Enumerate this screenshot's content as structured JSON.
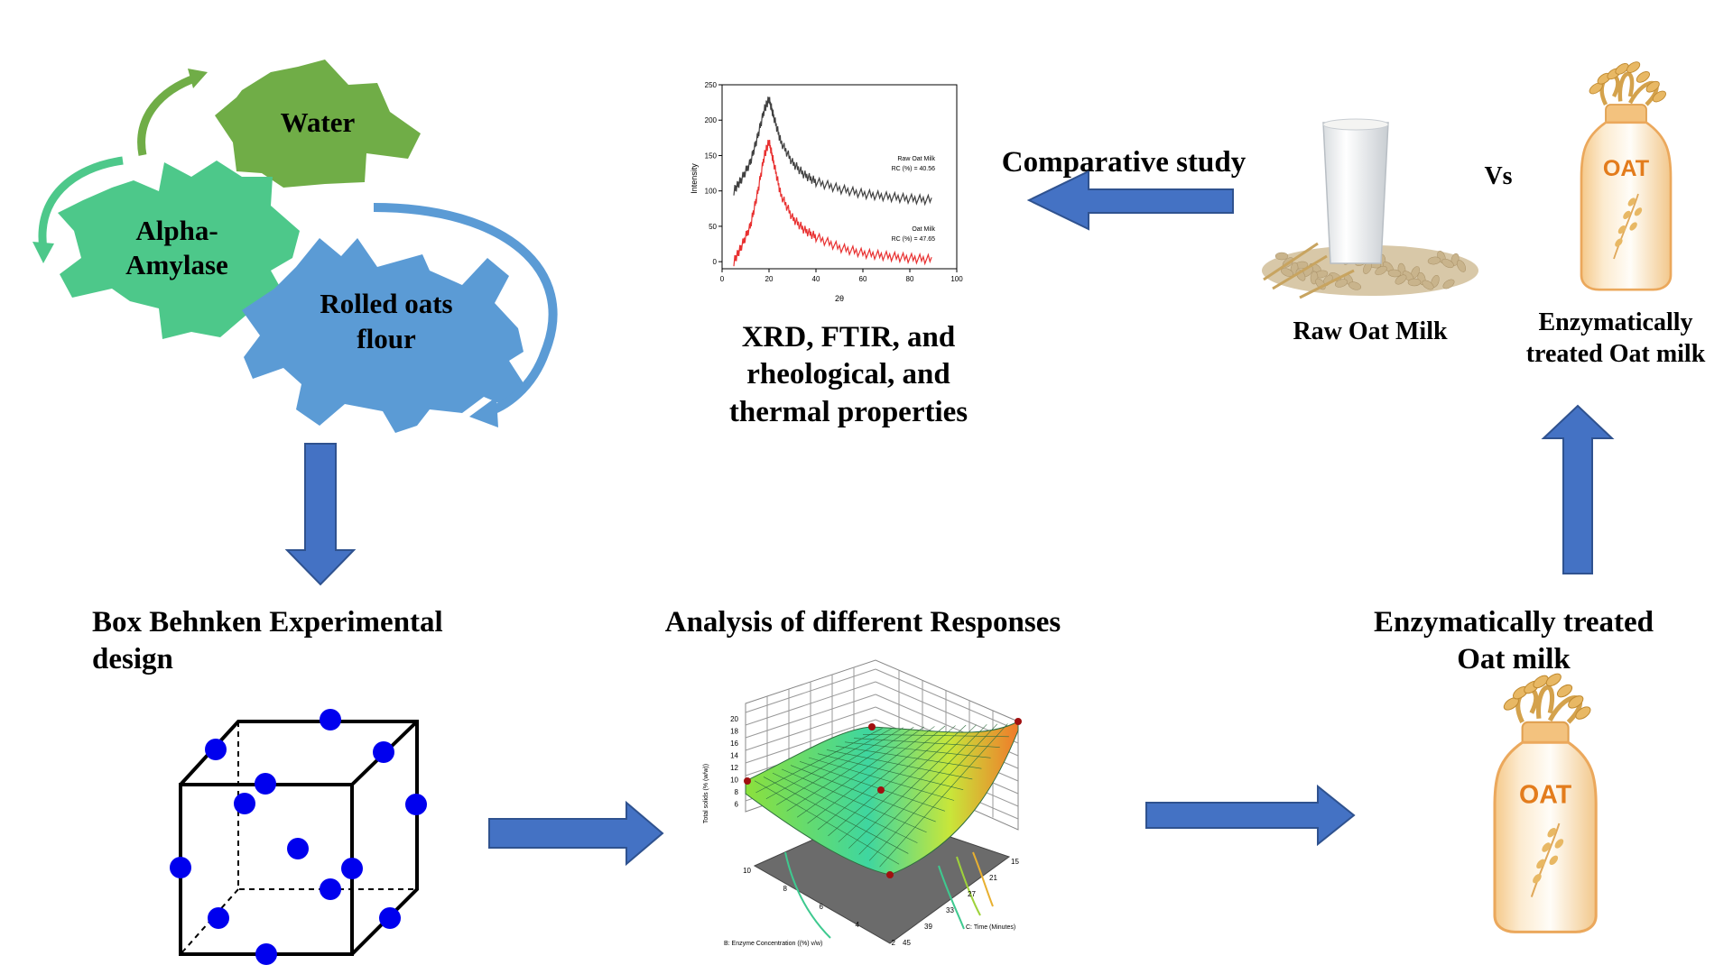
{
  "gears": {
    "water": "Water",
    "amylase_line1": "Alpha-",
    "amylase_line2": "Amylase",
    "flour_line1": "Rolled oats",
    "flour_line2": "flour"
  },
  "labels": {
    "box_behnken_line1": "Box Behnken Experimental",
    "box_behnken_line2": "design",
    "analysis": "Analysis of different Responses",
    "treated_line1": "Enzymatically treated",
    "treated_line2": "Oat milk",
    "comparative": "Comparative study",
    "props_line1": "XRD, FTIR, and",
    "props_line2": "rheological, and",
    "props_line3": "thermal properties",
    "vs": "Vs",
    "raw_oat_milk": "Raw Oat Milk",
    "enz_line1": "Enzymatically",
    "enz_line2": "treated Oat milk",
    "oat_logo": "OAT"
  },
  "colors": {
    "arrow_blue": "#4472C4",
    "gear_water": "#70AD47",
    "gear_amylase": "#4DC88A",
    "gear_flour": "#5B9BD5",
    "xrd_raw": "#404040",
    "xrd_treated": "#E83030"
  },
  "chart_data": [
    {
      "type": "line",
      "title": "",
      "xlabel": "2θ",
      "ylabel": "Intensity",
      "xlim": [
        0,
        100
      ],
      "ylim": [
        -10,
        250
      ],
      "x_ticks": [
        "0",
        "20",
        "40",
        "60",
        "80",
        "100"
      ],
      "y_ticks": [
        "0",
        "50",
        "100",
        "150",
        "200",
        "250"
      ],
      "legend": [
        {
          "line1": "Raw  Oat Milk",
          "line2": "RC (%) = 40.56"
        },
        {
          "line1": "Oat Milk",
          "line2": "RC (%) = 47.65"
        }
      ],
      "series": [
        {
          "name": "Raw Oat Milk",
          "x": [
            5,
            8,
            12,
            15,
            18,
            20,
            22,
            25,
            30,
            35,
            40,
            50,
            60,
            70,
            80,
            90
          ],
          "y": [
            100,
            115,
            140,
            175,
            215,
            230,
            205,
            170,
            140,
            123,
            113,
            103,
            96,
            92,
            89,
            87
          ]
        },
        {
          "name": "Oat Milk",
          "x": [
            5,
            8,
            12,
            15,
            18,
            20,
            22,
            25,
            30,
            35,
            40,
            50,
            60,
            70,
            80,
            90
          ],
          "y": [
            0,
            20,
            50,
            95,
            150,
            170,
            140,
            95,
            62,
            45,
            35,
            20,
            12,
            8,
            5,
            3
          ]
        }
      ]
    },
    {
      "type": "surface",
      "title": "",
      "zlabel": "Total solids (% (w/w))",
      "xlabel": "B: Enzyme Concentration ((%) v/w)",
      "ylabel": "C: Time (Minutes)",
      "z_ticks": [
        "6",
        "8",
        "10",
        "12",
        "14",
        "16",
        "18",
        "20"
      ],
      "x_ticks": [
        "10",
        "8",
        "6",
        "4",
        "2"
      ],
      "y_ticks": [
        "15",
        "21",
        "27",
        "33",
        "39",
        "45"
      ]
    }
  ]
}
